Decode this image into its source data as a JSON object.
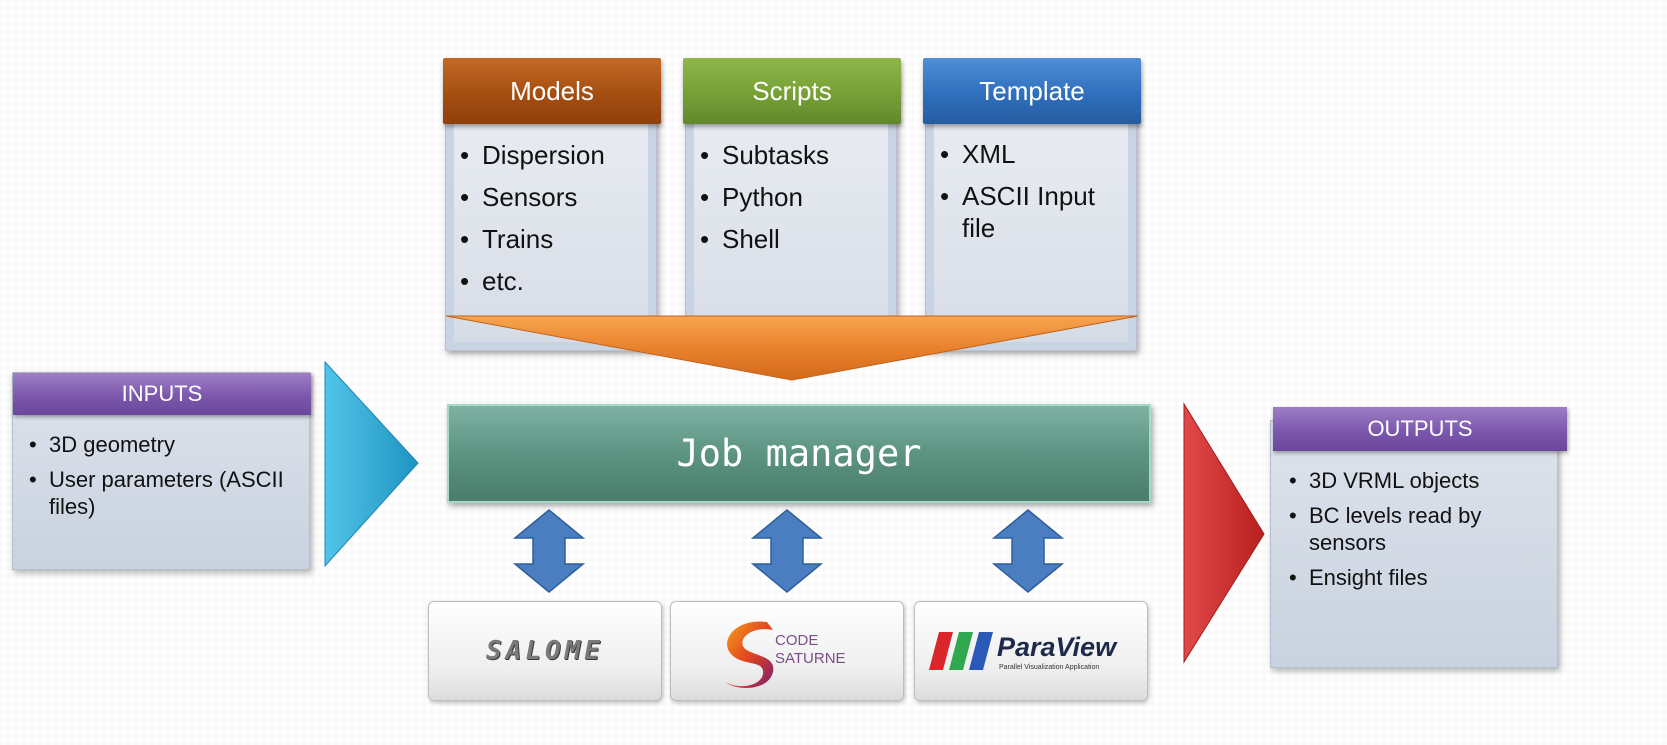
{
  "colors": {
    "models_header": "#a54e12",
    "scripts_header": "#76a036",
    "template_header": "#2f6fbd",
    "io_header": "#7c58ad",
    "job_manager": "#5c9382",
    "input_arrow": "#29a9d4",
    "output_arrow": "#cc2a2a",
    "funnel": "#e9822d",
    "double_arrows": "#4a7ec0"
  },
  "top_boxes": [
    {
      "title": "Models",
      "items": [
        "Dispersion",
        "Sensors",
        "Trains",
        "etc."
      ]
    },
    {
      "title": "Scripts",
      "items": [
        "Subtasks",
        "Python",
        "Shell"
      ]
    },
    {
      "title": "Template",
      "items": [
        "XML",
        "ASCII Input file"
      ]
    }
  ],
  "inputs": {
    "title": "INPUTS",
    "items": [
      "3D geometry",
      "User parameters (ASCII files)"
    ]
  },
  "outputs": {
    "title": "OUTPUTS",
    "items": [
      "3D VRML objects",
      "BC levels read by sensors",
      "Ensight files"
    ]
  },
  "job_manager": {
    "label": "Job manager"
  },
  "tools": [
    {
      "name": "SALOME",
      "icon": "salome-logo"
    },
    {
      "name": "CODE",
      "name2": "SATURNE",
      "icon": "code-saturne-logo"
    },
    {
      "name": "ParaView",
      "tagline": "Parallel Visualization Application",
      "icon": "paraview-logo"
    }
  ]
}
